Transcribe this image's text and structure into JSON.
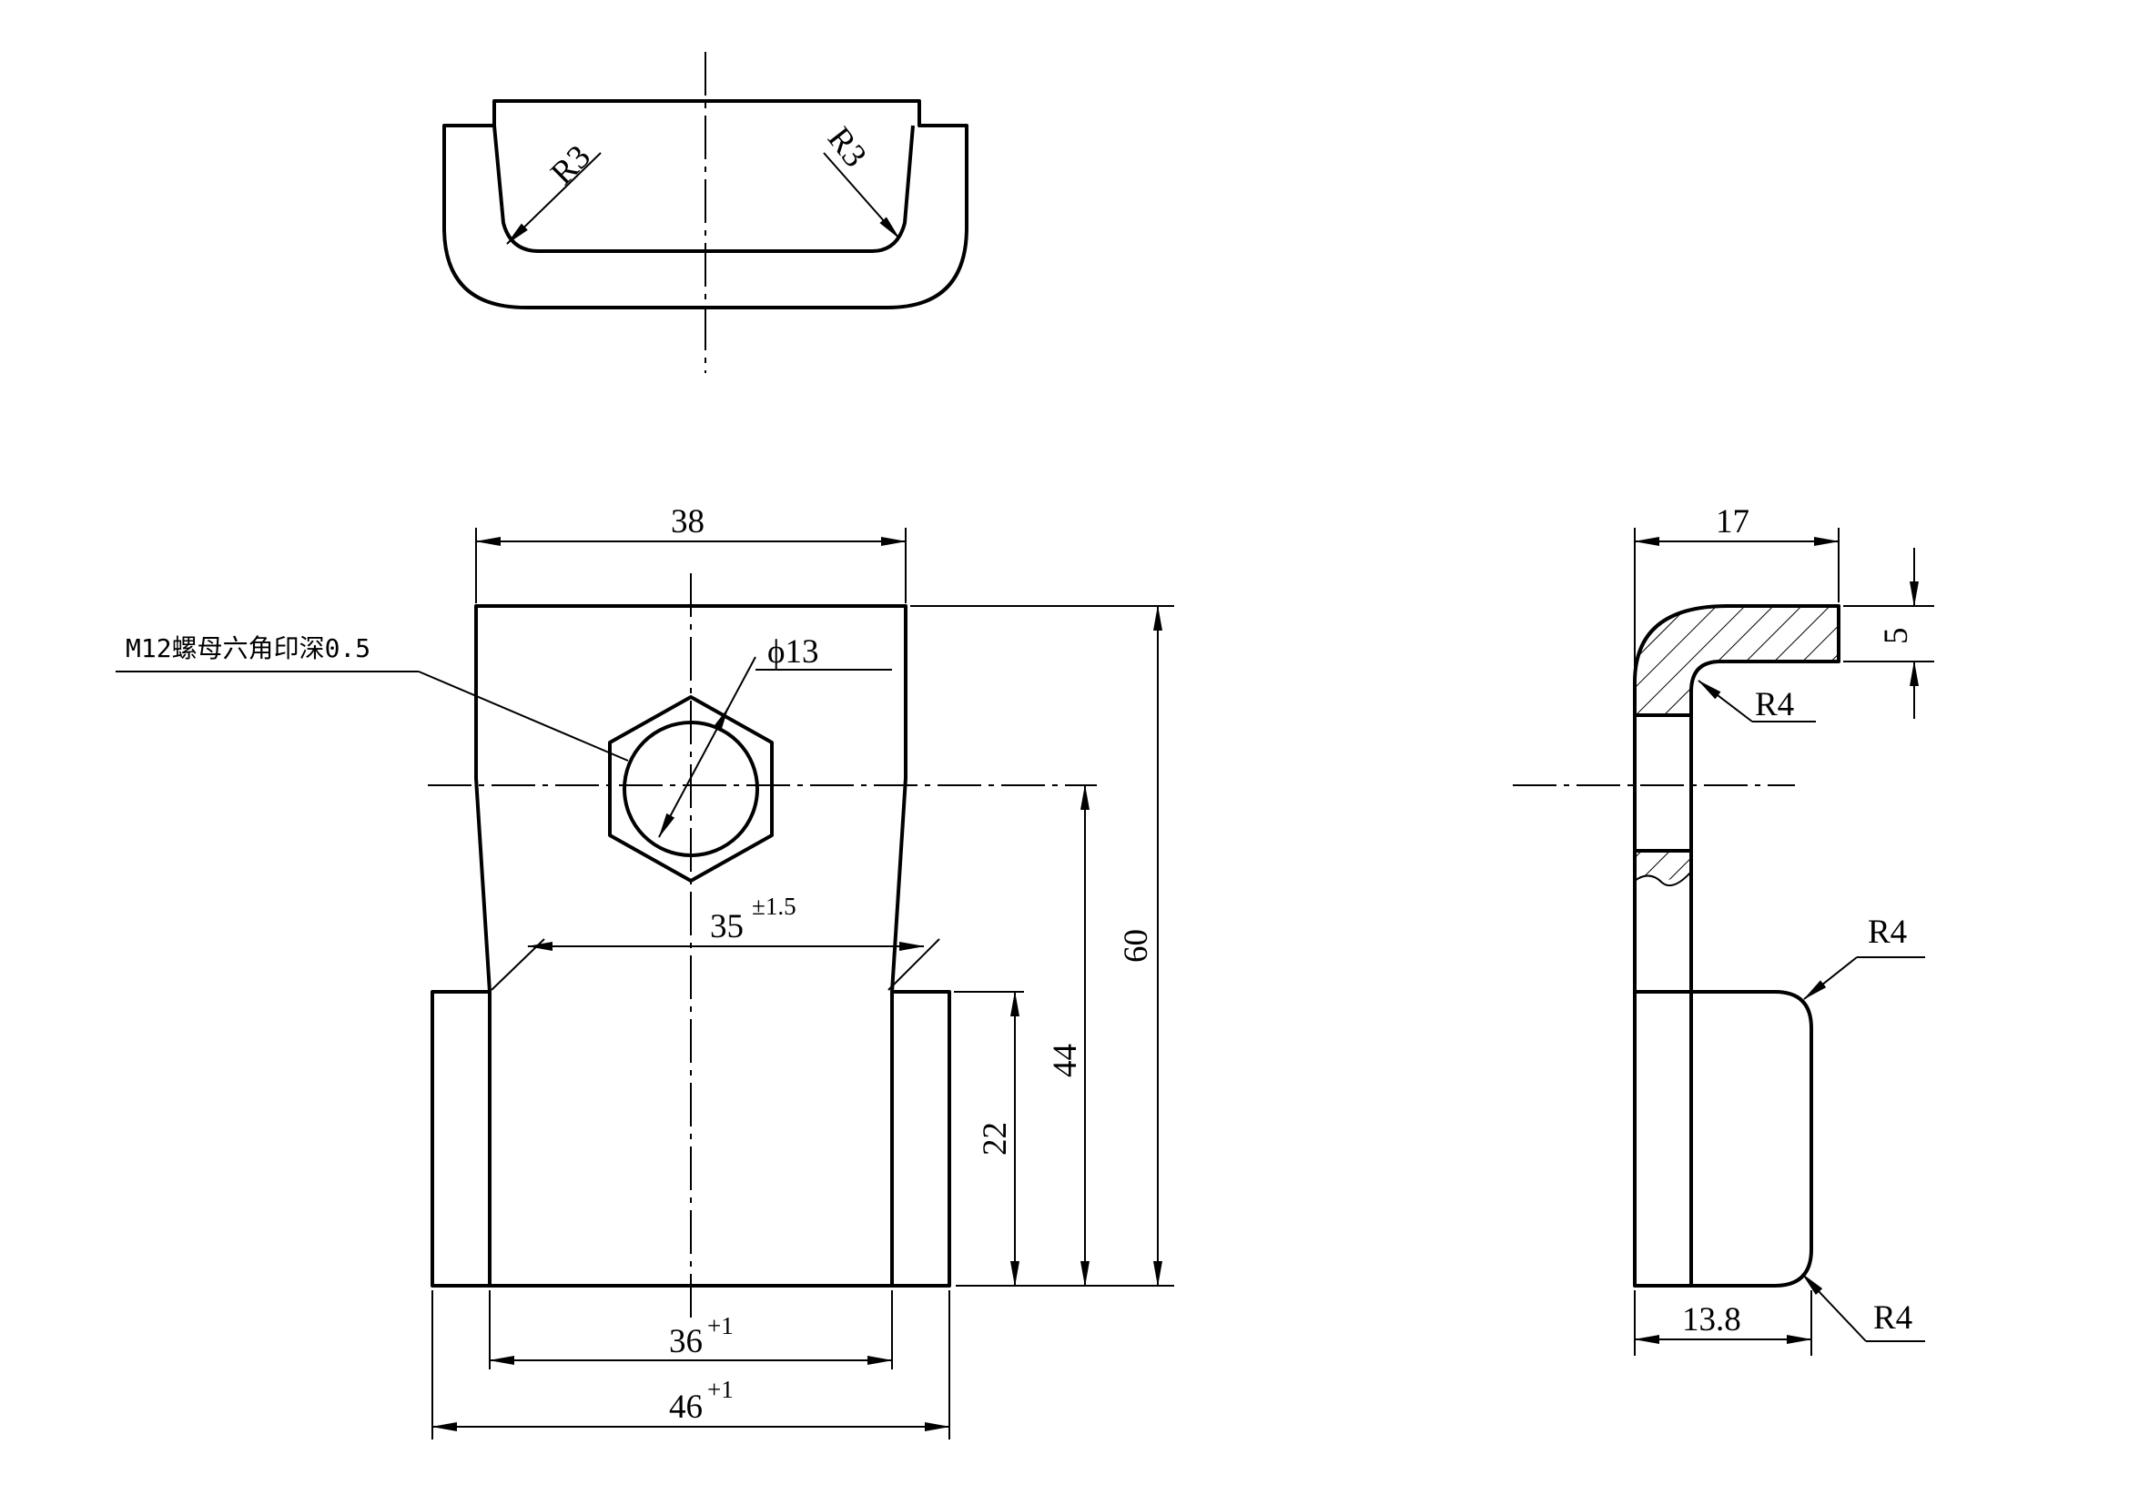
{
  "drawing": {
    "top_view": {
      "radius_left": "R3",
      "radius_right": "R3"
    },
    "front_view": {
      "width_top": "38",
      "height_total": "60",
      "height_hole_center": "44",
      "height_lower": "22",
      "taper_width": "35",
      "taper_tolerance": "±1.5",
      "inner_width": "36",
      "inner_tolerance": "+1",
      "outer_width": "46",
      "outer_tolerance": "+1",
      "hole_diameter": "ϕ13",
      "nut_note": "M12螺母六角印深0.5"
    },
    "side_view": {
      "width_top": "17",
      "thickness": "5",
      "radius_inner": "R4",
      "radius_upper": "R4",
      "radius_lower": "R4",
      "depth_bottom": "13.8"
    },
    "line_color": "#000000",
    "background": "#ffffff"
  }
}
